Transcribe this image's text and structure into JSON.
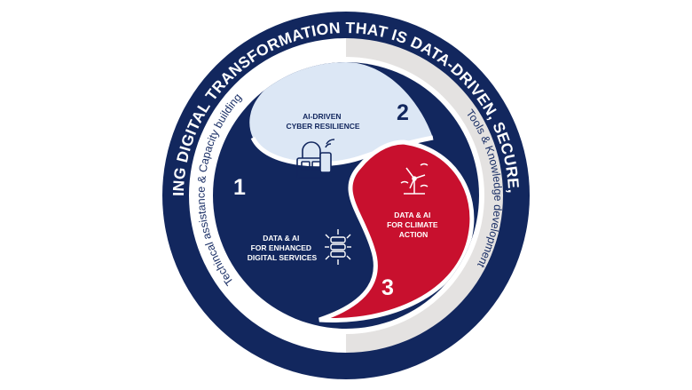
{
  "ring_title": "ACCELERATING DIGITAL TRANSFORMATION THAT IS DATA-DRIVEN, SECURE, AND GREEN",
  "left_arc_text": "Techincal assistance & Capacity building",
  "right_arc_text": "Tools & Knowledge development",
  "segments": [
    {
      "number": "1",
      "lines": [
        "DATA & AI",
        "FOR ENHANCED",
        "DIGITAL SERVICES"
      ],
      "icon": "server-network-icon"
    },
    {
      "number": "2",
      "lines": [
        "AI-DRIVEN",
        "CYBER RESILIENCE"
      ],
      "icon": "padlock-phone-icon"
    },
    {
      "number": "3",
      "lines": [
        "DATA & AI",
        "FOR CLIMATE",
        "ACTION"
      ],
      "icon": "wind-turbine-icon"
    }
  ],
  "colors": {
    "navy": "#12275e",
    "red": "#c8102e",
    "light_blue": "#dce7f5",
    "grey": "#e4e2e1",
    "white": "#ffffff"
  }
}
